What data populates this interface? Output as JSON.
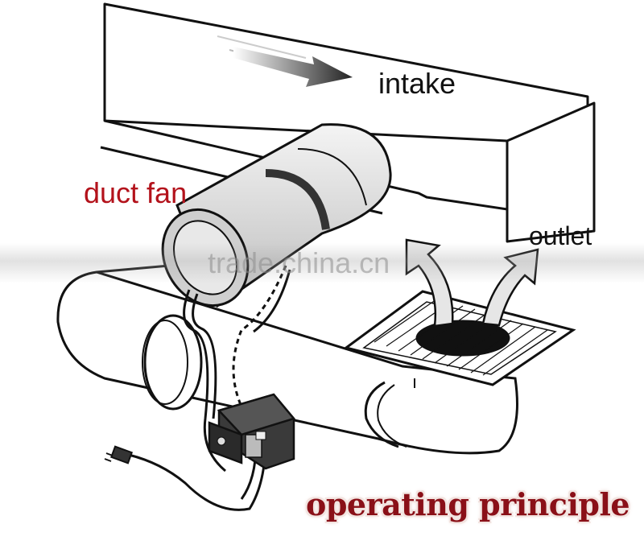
{
  "labels": {
    "intake": "intake",
    "duct_fan": "duct fan",
    "outlet": "outlet",
    "caption": "operating principle",
    "watermark": "trade.china.cn"
  },
  "colors": {
    "label_text": "#111111",
    "duct_fan_label": "#b3121b",
    "caption": "#8a1018",
    "line": "#111111"
  }
}
